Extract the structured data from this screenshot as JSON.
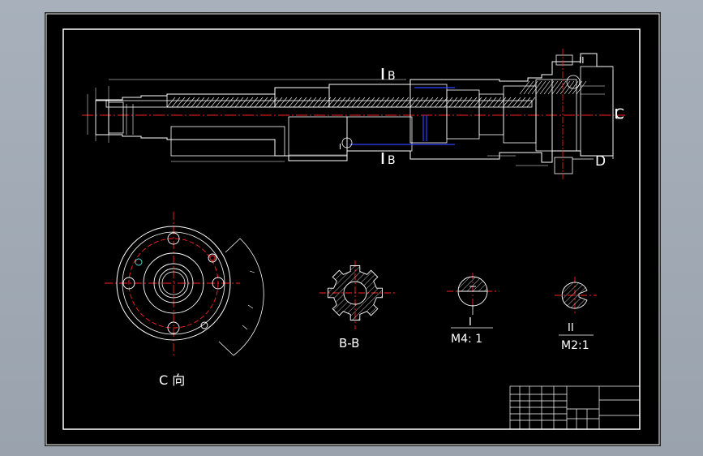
{
  "drawing": {
    "section_markers": {
      "top": "B",
      "bottom": "B"
    },
    "view_marker_c": "C",
    "view_marker_d": "D",
    "detail_callout_1": "I",
    "detail_callout_2": "II"
  },
  "views": {
    "c_view": {
      "title": "C 向"
    },
    "section_bb": {
      "title": "B-B"
    },
    "detail_1": {
      "title": "I",
      "scale": "M4: 1"
    },
    "detail_2": {
      "title": "II",
      "scale": "M2:1"
    }
  },
  "colors": {
    "background": "#000000",
    "outline": "#ffffff",
    "centerline": "#ff2020",
    "dimension": "#ffffff",
    "hidden": "#3040ff",
    "frame": "#ffffff"
  }
}
